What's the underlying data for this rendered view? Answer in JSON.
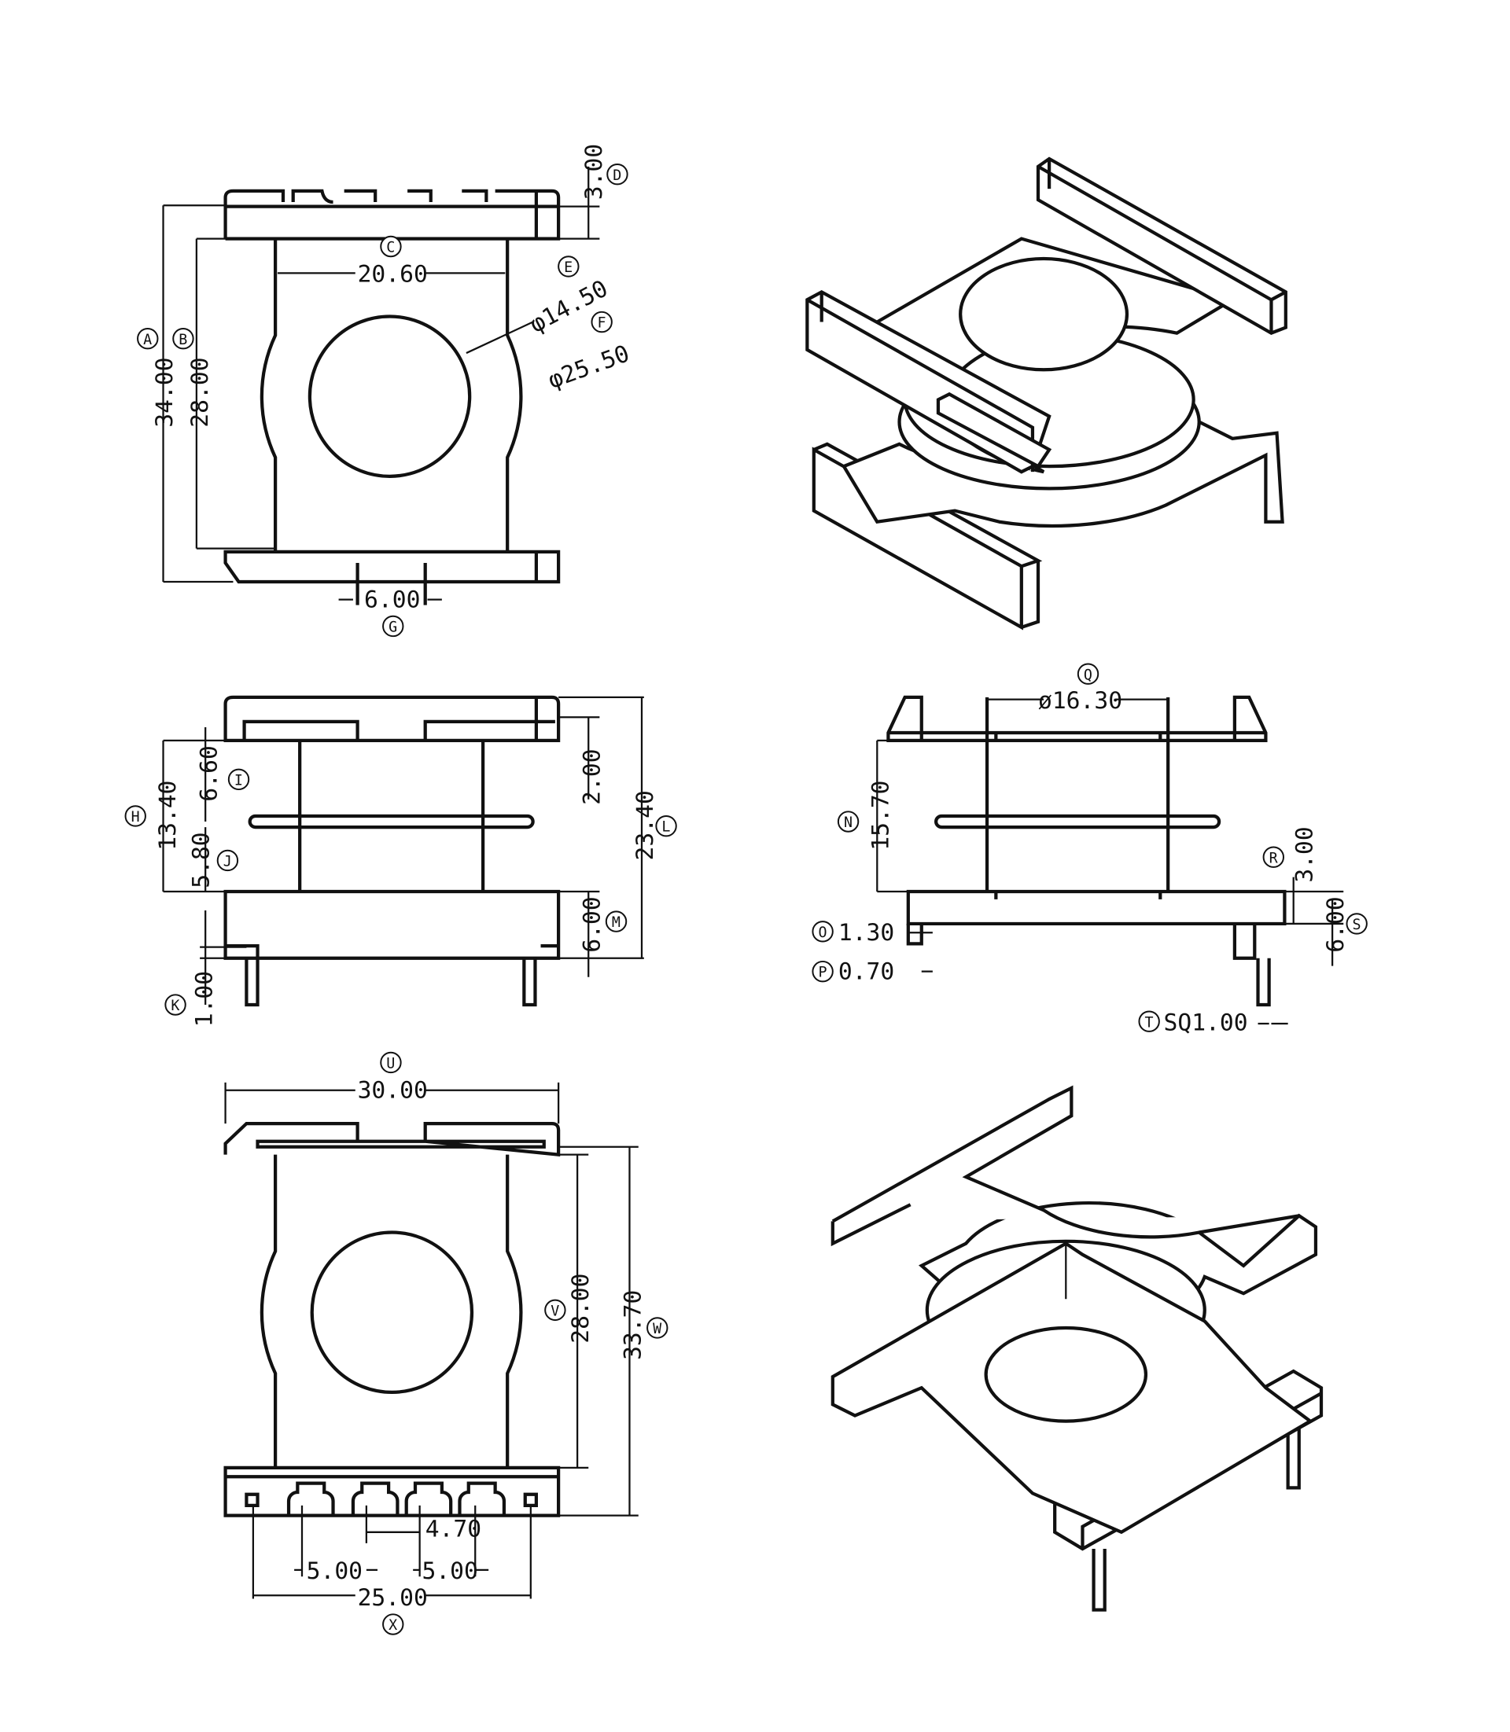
{
  "dims": {
    "A": {
      "letter": "A",
      "value": "34.00"
    },
    "B": {
      "letter": "B",
      "value": "28.00"
    },
    "C": {
      "letter": "C",
      "value": "20.60"
    },
    "D": {
      "letter": "D",
      "value": "3.00"
    },
    "E": {
      "letter": "E",
      "value": "φ14.50"
    },
    "F": {
      "letter": "F",
      "value": "φ25.50"
    },
    "G": {
      "letter": "G",
      "value": "6.00"
    },
    "H": {
      "letter": "H",
      "value": "13.40"
    },
    "I": {
      "letter": "I",
      "value": "6.60"
    },
    "J": {
      "letter": "J",
      "value": "5.80"
    },
    "K": {
      "letter": "K",
      "value": "1.00"
    },
    "L": {
      "letter": "L",
      "value": "23.40"
    },
    "M": {
      "letter": "M",
      "value": "6.00"
    },
    "top_gap": {
      "value": "2.00"
    },
    "N": {
      "letter": "N",
      "value": "15.70"
    },
    "O": {
      "letter": "O",
      "value": "1.30"
    },
    "P": {
      "letter": "P",
      "value": "0.70"
    },
    "Q": {
      "letter": "Q",
      "value": "ø16.30"
    },
    "R": {
      "letter": "R",
      "value": "3.00"
    },
    "S": {
      "letter": "S",
      "value": "6.00"
    },
    "T": {
      "letter": "T",
      "value": "SQ1.00"
    },
    "U": {
      "letter": "U",
      "value": "30.00"
    },
    "V": {
      "letter": "V",
      "value": "28.00"
    },
    "W": {
      "letter": "W",
      "value": "33.70"
    },
    "X": {
      "letter": "X",
      "value": "25.00"
    },
    "pin_offset": {
      "value": "4.70"
    },
    "pitch_left": {
      "value": "5.00"
    },
    "pitch_right": {
      "value": "5.00"
    }
  }
}
